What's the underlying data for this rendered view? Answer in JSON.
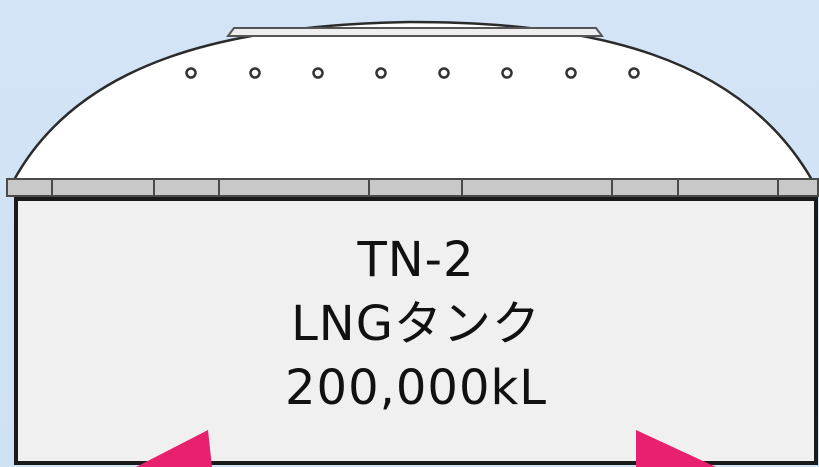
{
  "tank": {
    "id": "TN-2",
    "type": "LNGタンク",
    "capacity": "200,000kL"
  },
  "colors": {
    "background": "#d3e4f6",
    "tank_body": "#f0f0f0",
    "dome": "#ffffff",
    "outline": "#2b2b2b",
    "roof_band": "#c8c8c8",
    "marker": "#e8216f"
  }
}
